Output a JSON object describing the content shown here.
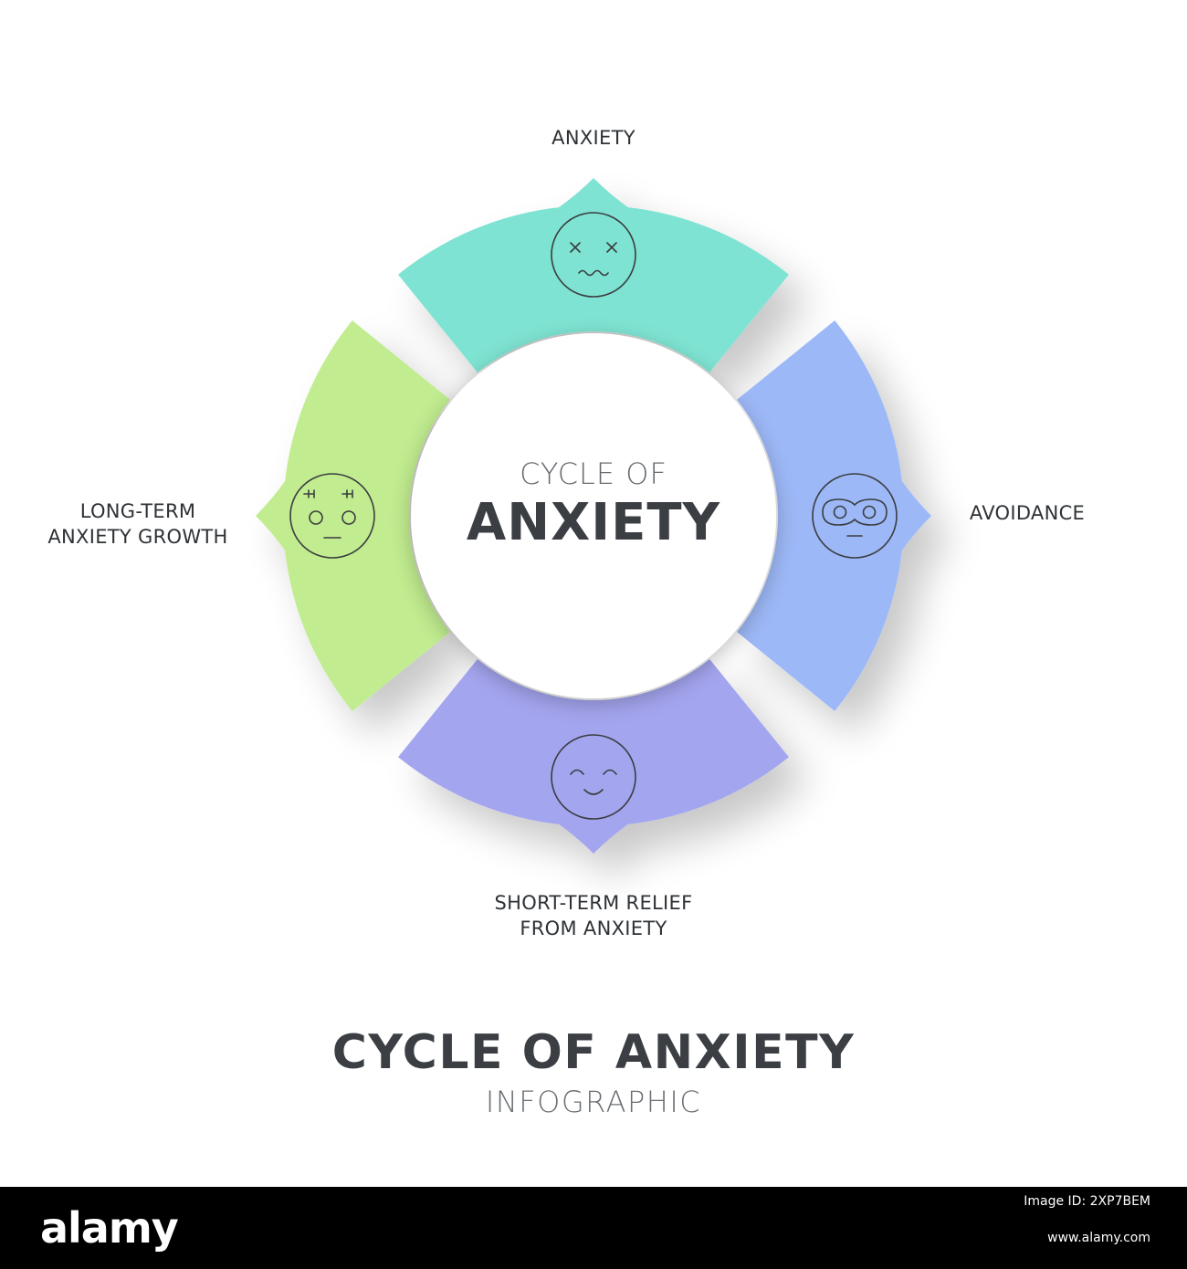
{
  "diagram": {
    "center": {
      "line1": "CYCLE OF",
      "line2": "ANXIETY"
    },
    "segments": [
      {
        "id": "anxiety",
        "label": "ANXIETY",
        "color": "#7ee3d2",
        "icon": "dizzy-face-icon"
      },
      {
        "id": "avoidance",
        "label": "AVOIDANCE",
        "color": "#9db8f7",
        "icon": "masked-face-icon"
      },
      {
        "id": "relief",
        "label": "SHORT-TERM RELIEF\nFROM ANXIETY",
        "color": "#a4a5ef",
        "icon": "smiling-face-icon"
      },
      {
        "id": "growth",
        "label": "LONG-TERM\nANXIETY GROWTH",
        "color": "#c1ec8f",
        "icon": "angry-face-icon"
      }
    ]
  },
  "footer": {
    "title": "CYCLE OF ANXIETY",
    "subtitle": "INFOGRAPHIC"
  },
  "stock": {
    "logo": "alamy",
    "code": "Image ID: 2XP7BEM",
    "url": "www.alamy.com"
  }
}
